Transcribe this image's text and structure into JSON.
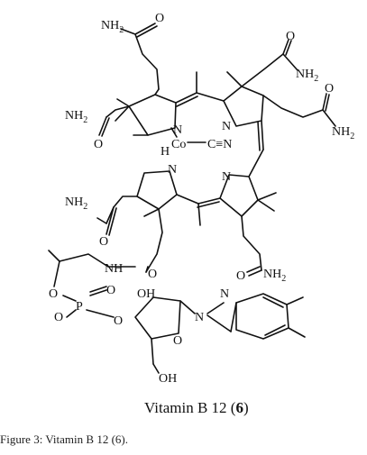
{
  "figure": {
    "title_main": "Vitamin B 12",
    "title_open": " (",
    "title_num": "6",
    "title_close": ")",
    "labels": {
      "nh2": "NH",
      "two": "2",
      "o": "O",
      "n": "N",
      "co": "Co",
      "cn": "C≡N",
      "h": "H",
      "nh": "NH",
      "p": "P",
      "oh": "OH"
    }
  },
  "caption": "Figure 3: Vitamin B 12 (6)."
}
